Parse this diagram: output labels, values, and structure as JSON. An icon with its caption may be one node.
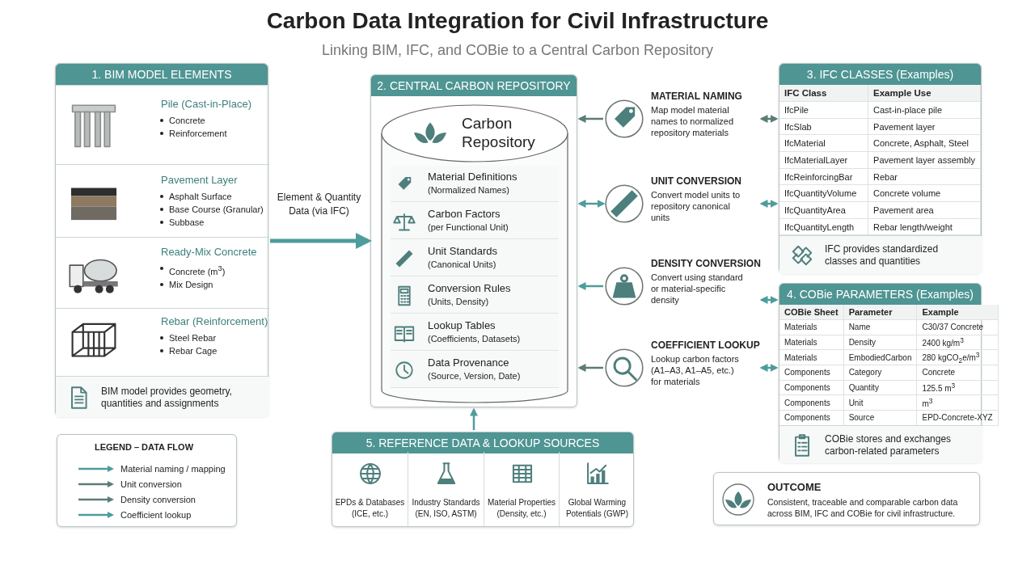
{
  "diagram": {
    "title": "Carbon Data Integration for Civil Infrastructure",
    "nodes": [
      {
        "text": [
          "1. BIM MODEL ELEMENTS"
        ]
      },
      {
        "text": [
          "Pile (Cast-in-Place)",
          "Concrete",
          "Reinforcement"
        ],
        "in": 0
      },
      {
        "text": [
          "Pavement Layer",
          "Asphalt Surface",
          "Base Course (Granular)",
          "Subbase"
        ],
        "in": 0
      },
      {
        "text": [
          "Ready-Mix Concrete",
          "Concrete (m$^{3}$)",
          "Mix Design"
        ],
        "in": 0
      },
      {
        "text": [
          "Rebar (Reinforcement)",
          "Steel Rebar",
          "Rebar Cage"
        ],
        "in": 0
      },
      {
        "text": [
          "BIM model provides geometry, quantities and assignments"
        ],
        "in": 0
      },
      {
        "text": [
          "2. CENTRAL CARBON REPOSITORY"
        ]
      },
      {
        "text": [
          "Carbon Repository"
        ],
        "in": 6
      },
      {
        "text": [
          "Material Definitions",
          "(Normalized Names)"
        ],
        "in": 7
      },
      {
        "text": [
          "Carbon Factors",
          "(per Functional Unit)"
        ],
        "in": 7
      },
      {
        "text": [
          "Unit Standards",
          "(Canonical Units)"
        ],
        "in": 7
      },
      {
        "text": [
          "Conversion Rules",
          "(Units, Density)"
        ],
        "in": 7
      },
      {
        "text": [
          "Lookup Tables",
          "(Coefficients, Datasets)"
        ],
        "in": 7
      },
      {
        "text": [
          "Data Provenance",
          "(Source, Version, Date)"
        ],
        "in": 7
      },
      {
        "text": [
          "MATERIAL NAMING",
          "Map model material names to normalized repository materials"
        ]
      },
      {
        "text": [
          "UNIT CONVERSION",
          "Convert model units to repository canonical units"
        ]
      },
      {
        "text": [
          "DENSITY CONVERSION",
          "Convert using standard or material-specific density"
        ]
      },
      {
        "text": [
          "COEFFICIENT LOOKUP",
          "Lookup carbon factors (A1–A3, A1–A5, etc.) for materials"
        ]
      },
      {
        "text": [
          "3. IFC CLASSES (Examples)",
          "IFC Class",
          "Example Use",
          "IfcPile",
          "Cast-in-place pile",
          "IfcSlab",
          "Pavement layer",
          "IfcMaterial",
          "Concrete, Asphalt, Steel",
          "IfcMaterialLayer",
          "Pavement layer assembly",
          "IfcReinforcingBar",
          "Rebar",
          "IfcQuantityVolume",
          "Concrete volume",
          "IfcQuantityArea",
          "Pavement area",
          "IfcQuantityLength",
          "Rebar length/weight"
        ]
      },
      {
        "text": [
          "IFC provides standardized classes and quantities"
        ],
        "in": 18
      },
      {
        "text": [
          "4. COBie PARAMETERS (Examples)",
          "COBie Sheet",
          "Parameter",
          "Example",
          "Materials",
          "Name",
          "C30/37 Concrete",
          "Materials",
          "Density",
          "2400 kg/m$^{3}$",
          "Materials",
          "EmbodiedCarbon",
          "280 kgCO$_{2}$e/m$^{3}$",
          "Components",
          "Category",
          "Concrete",
          "Components",
          "Quantity",
          "125.5 m$^{3}$",
          "Components",
          "Unit",
          "m$^{3}$",
          "Components",
          "Source",
          "EPD-Concrete-XYZ"
        ]
      },
      {
        "text": [
          "COBie stores and exchanges carbon-related parameters"
        ],
        "in": 20
      },
      {
        "text": [
          "5. REFERENCE DATA & LOOKUP SOURCES"
        ]
      },
      {
        "text": [
          "EPDs & Databases (ICE, etc.)"
        ],
        "in": 22
      },
      {
        "text": [
          "Industry Standards (EN, ISO, ASTM)"
        ],
        "in": 22
      },
      {
        "text": [
          "Material Properties (Density, etc.)"
        ],
        "in": 22
      },
      {
        "text": [
          "Global Warming Potentials (GWP)"
        ],
        "in": 22
      },
      {
        "text": [
          "OUTCOME",
          "Consistent, traceable and comparable carbon data across BIM, IFC and COBie for civil infrastructure."
        ]
      }
    ],
    "edges": [
      {
        "from": 0,
        "to": 6,
        "arrow": "to",
        "label": "Element & Quantity Data (via IFC)",
        "style": "thick"
      },
      {
        "from": 14,
        "to": 6,
        "arrow": "to",
        "color": "#5b7c77"
      },
      {
        "from": 15,
        "to": 6,
        "arrow": "both"
      },
      {
        "from": 16,
        "to": 6,
        "arrow": "to"
      },
      {
        "from": 17,
        "to": 6,
        "arrow": "to",
        "color": "#5b7c77"
      },
      {
        "from": 14,
        "to": 18,
        "arrow": "both",
        "color": "#5b7c77"
      },
      {
        "from": 15,
        "to": 18,
        "arrow": "both"
      },
      {
        "from": 16,
        "to": 20,
        "arrow": "both"
      },
      {
        "from": 17,
        "to": 20,
        "arrow": "both"
      },
      {
        "from": 22,
        "to": 6,
        "arrow": "to"
      }
    ],
    "labels": [
      "Linking BIM, IFC, and COBie to a Central Carbon Repository",
      "LEGEND – DATA FLOW"
    ],
    "legend": [
      {
        "text": "Material naming / mapping"
      },
      {
        "text": "Unit conversion"
      },
      {
        "text": "Density conversion"
      },
      {
        "text": "Coefficient lookup"
      }
    ]
  }
}
